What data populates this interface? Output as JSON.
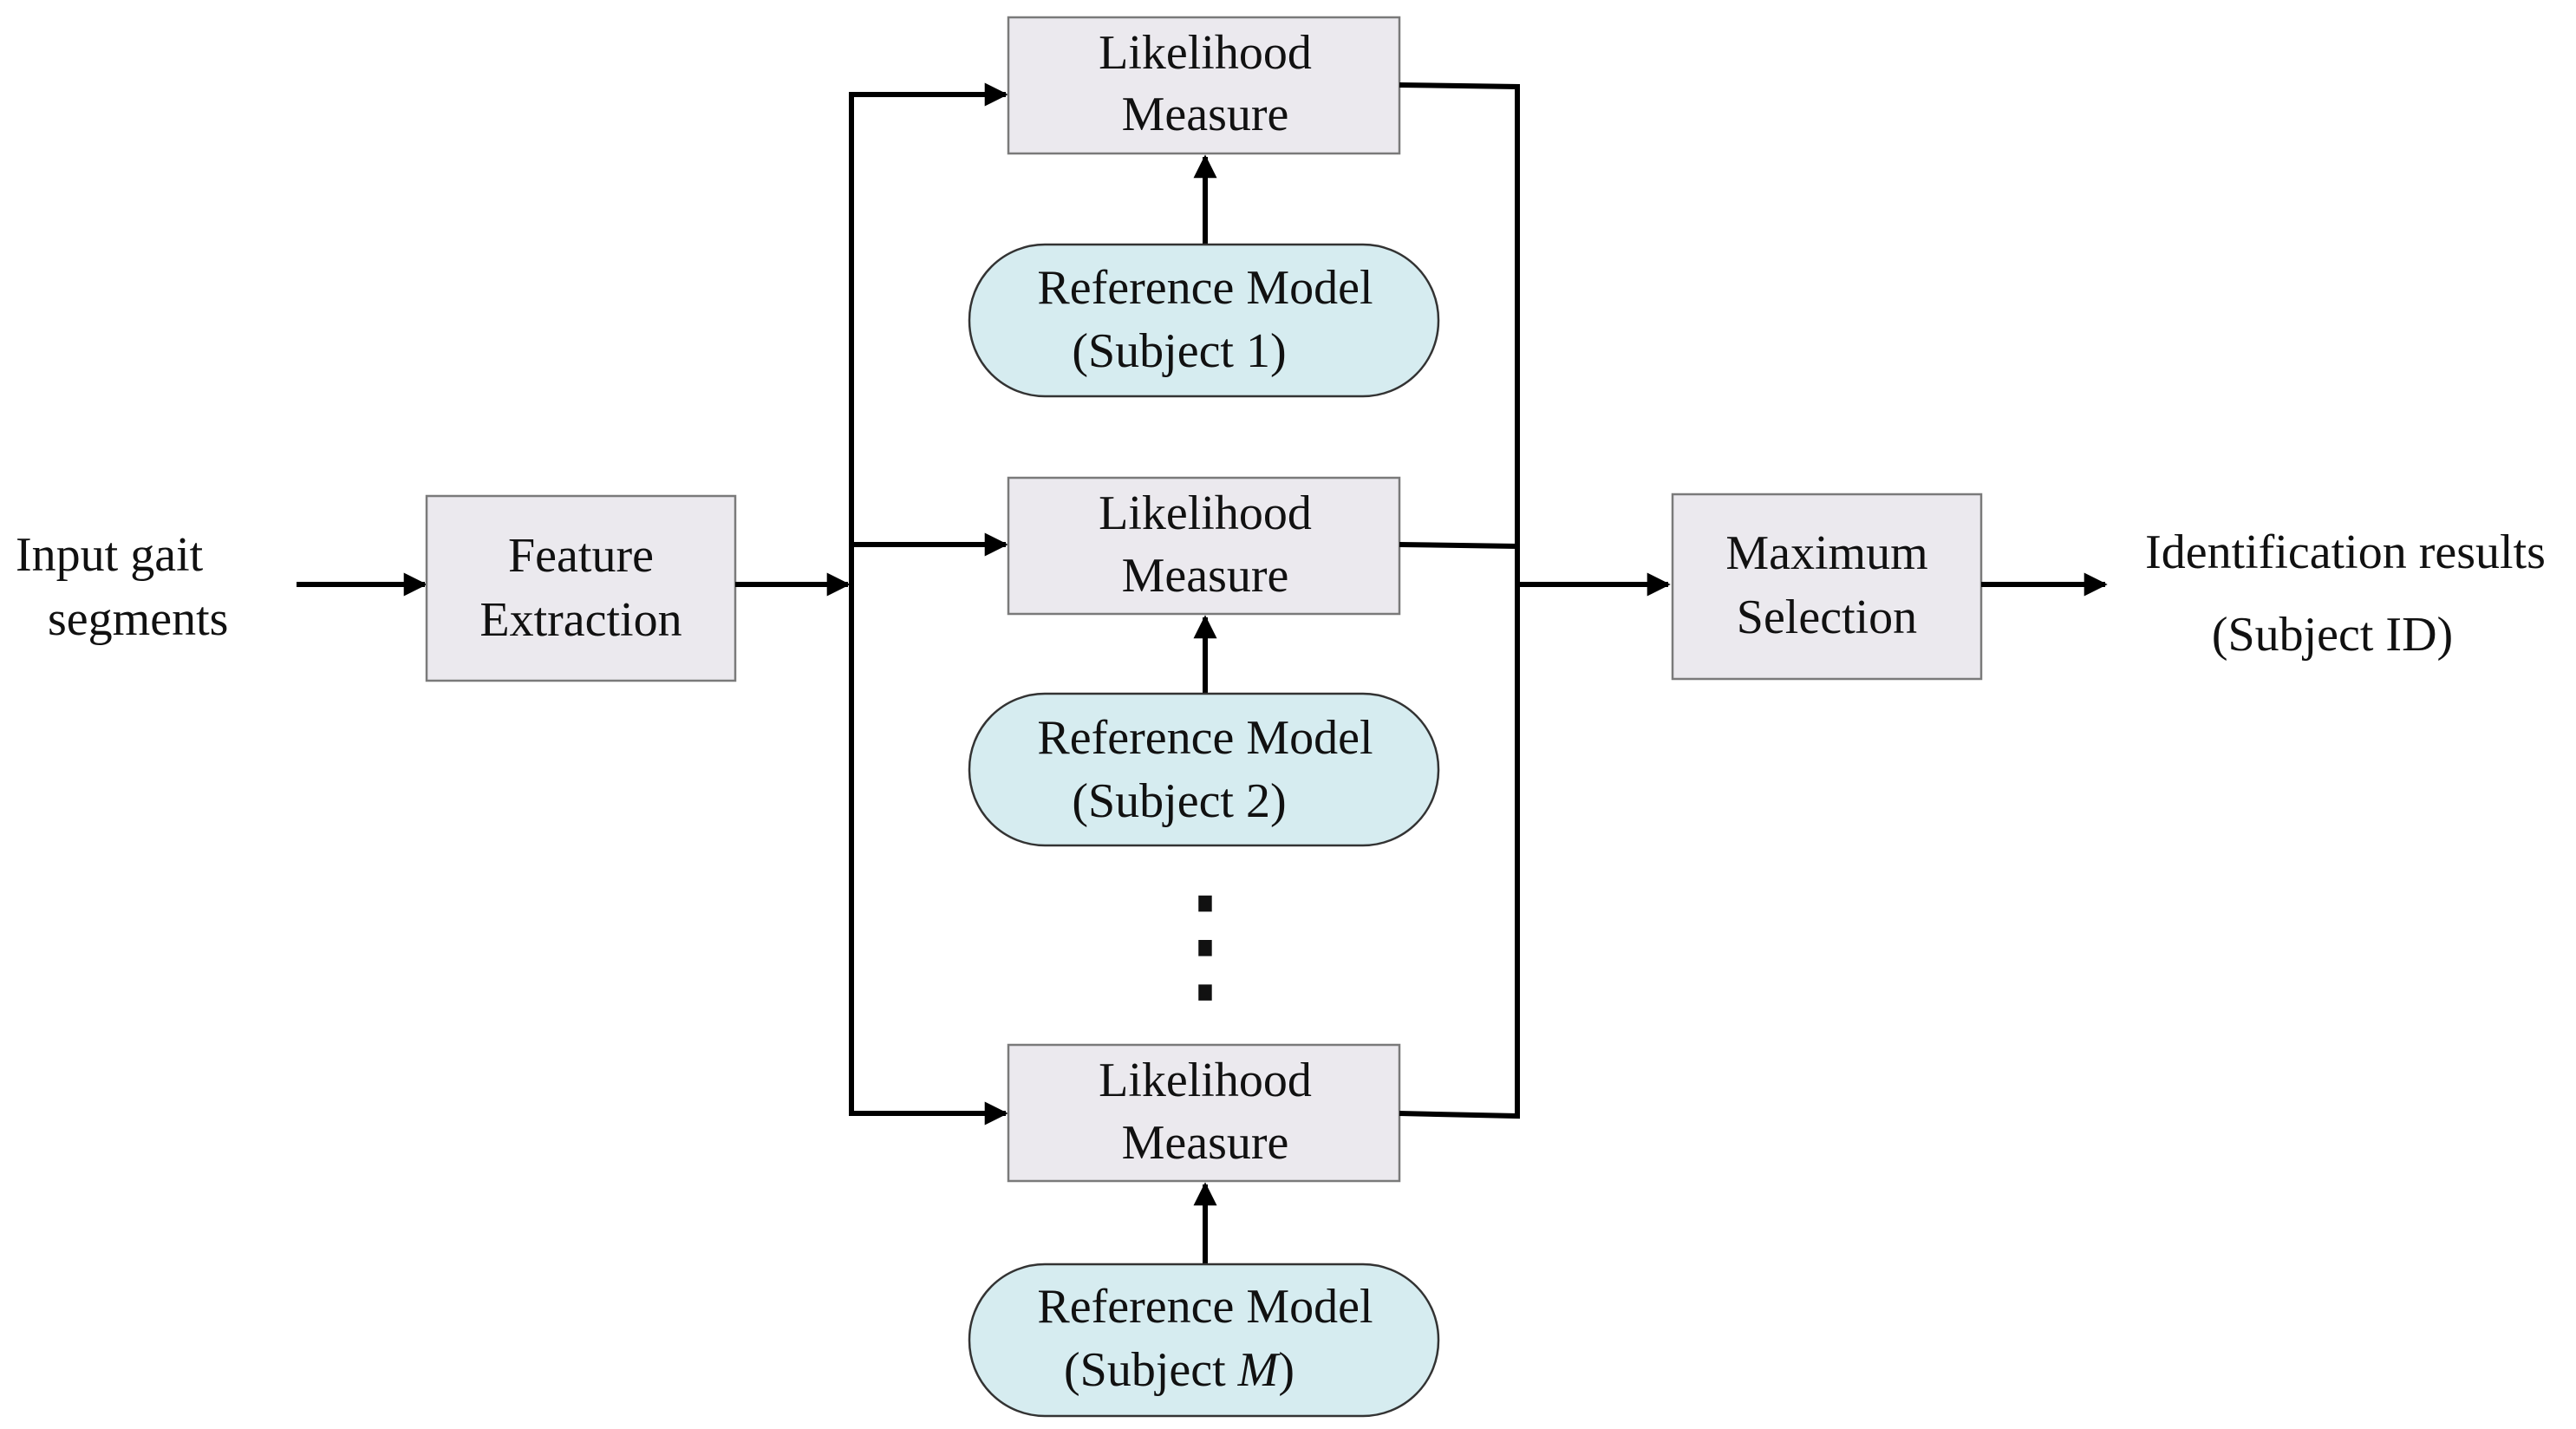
{
  "input_label": [
    "Input gait",
    "segments"
  ],
  "feature_extraction": [
    "Feature",
    "Extraction"
  ],
  "likelihood_measure": [
    "Likelihood",
    "Measure"
  ],
  "reference_models": [
    {
      "line1": "Reference Model",
      "line2": "(Subject 1)"
    },
    {
      "line1": "Reference Model",
      "line2": "(Subject 2)"
    },
    {
      "line1": "Reference Model",
      "line2_prefix": "(Subject ",
      "line2_var": "M",
      "line2_suffix": ")"
    }
  ],
  "ellipsis": "⋮",
  "maximum_selection": [
    "Maximum",
    "Selection"
  ],
  "output_label": [
    "Identification results",
    "(Subject ID)"
  ]
}
